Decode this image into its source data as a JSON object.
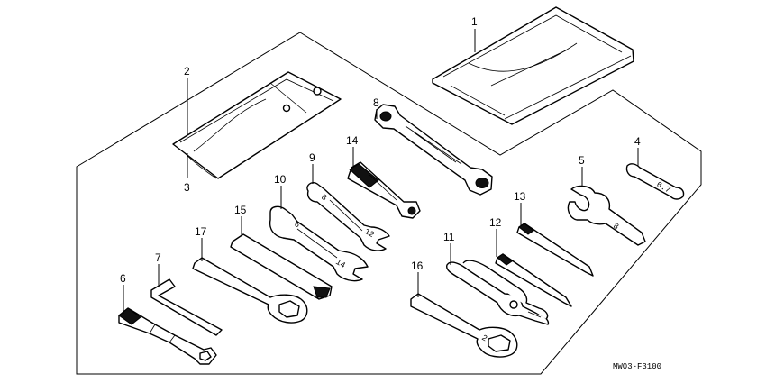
{
  "diagram_code": "MW03-F3100",
  "callouts": {
    "c1": "1",
    "c2": "2",
    "c3": "3",
    "c4": "4",
    "c5": "5",
    "c6": "6",
    "c7": "7",
    "c8": "8",
    "c9": "9",
    "c10": "10",
    "c11": "11",
    "c12": "12",
    "c13": "13",
    "c14": "14",
    "c15": "15",
    "c16": "16",
    "c17": "17"
  },
  "colors": {
    "line": "#000000",
    "background": "#ffffff"
  }
}
